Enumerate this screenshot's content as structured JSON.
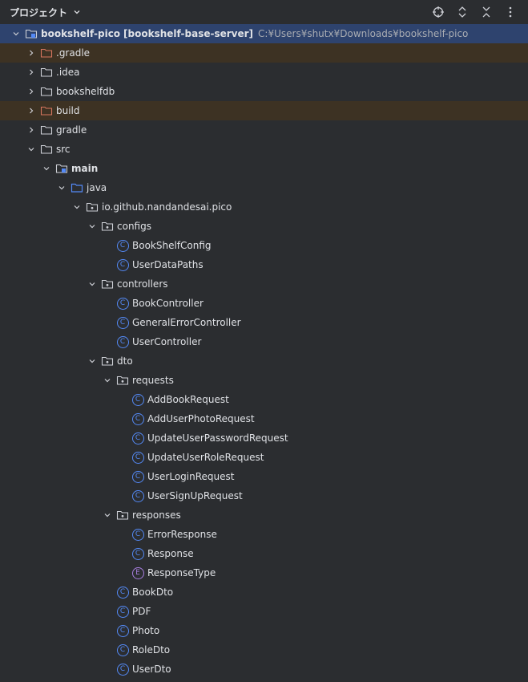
{
  "panel": {
    "title": "プロジェクト",
    "icons": [
      "crosshair-icon",
      "expand-icon",
      "collapse-icon",
      "more-icon"
    ]
  },
  "colors": {
    "background": "#2b2d30",
    "selected_row": "#2e436e",
    "excluded_row": "#3d3223",
    "class_icon": "#548af7",
    "enum_icon": "#a87ee0",
    "excluded_folder": "#d6755e"
  },
  "tree": [
    {
      "label": "bookshelf-pico",
      "module": "[bookshelf-base-server]",
      "path": "C:¥Users¥shutx¥Downloads¥bookshelf-pico",
      "depth": 0,
      "expanded": true,
      "icon": "module-folder",
      "selected": true
    },
    {
      "label": ".gradle",
      "depth": 1,
      "expanded": false,
      "icon": "folder-excluded",
      "highlight": "excluded"
    },
    {
      "label": ".idea",
      "depth": 1,
      "expanded": false,
      "icon": "folder"
    },
    {
      "label": "bookshelfdb",
      "depth": 1,
      "expanded": false,
      "icon": "folder"
    },
    {
      "label": "build",
      "depth": 1,
      "expanded": false,
      "icon": "folder-excluded",
      "highlight": "excluded"
    },
    {
      "label": "gradle",
      "depth": 1,
      "expanded": false,
      "icon": "folder"
    },
    {
      "label": "src",
      "depth": 1,
      "expanded": true,
      "icon": "folder"
    },
    {
      "label": "main",
      "depth": 2,
      "expanded": true,
      "icon": "module-folder",
      "bold": true
    },
    {
      "label": "java",
      "depth": 3,
      "expanded": true,
      "icon": "source-folder"
    },
    {
      "label": "io.github.nandandesai.pico",
      "depth": 4,
      "expanded": true,
      "icon": "package"
    },
    {
      "label": "configs",
      "depth": 5,
      "expanded": true,
      "icon": "package"
    },
    {
      "label": "BookShelfConfig",
      "depth": 6,
      "icon": "class"
    },
    {
      "label": "UserDataPaths",
      "depth": 6,
      "icon": "class"
    },
    {
      "label": "controllers",
      "depth": 5,
      "expanded": true,
      "icon": "package"
    },
    {
      "label": "BookController",
      "depth": 6,
      "icon": "class"
    },
    {
      "label": "GeneralErrorController",
      "depth": 6,
      "icon": "class"
    },
    {
      "label": "UserController",
      "depth": 6,
      "icon": "class"
    },
    {
      "label": "dto",
      "depth": 5,
      "expanded": true,
      "icon": "package"
    },
    {
      "label": "requests",
      "depth": 6,
      "expanded": true,
      "icon": "package"
    },
    {
      "label": "AddBookRequest",
      "depth": 7,
      "icon": "class"
    },
    {
      "label": "AddUserPhotoRequest",
      "depth": 7,
      "icon": "class"
    },
    {
      "label": "UpdateUserPasswordRequest",
      "depth": 7,
      "icon": "class"
    },
    {
      "label": "UpdateUserRoleRequest",
      "depth": 7,
      "icon": "class"
    },
    {
      "label": "UserLoginRequest",
      "depth": 7,
      "icon": "class"
    },
    {
      "label": "UserSignUpRequest",
      "depth": 7,
      "icon": "class"
    },
    {
      "label": "responses",
      "depth": 6,
      "expanded": true,
      "icon": "package"
    },
    {
      "label": "ErrorResponse",
      "depth": 7,
      "icon": "class"
    },
    {
      "label": "Response",
      "depth": 7,
      "icon": "class"
    },
    {
      "label": "ResponseType",
      "depth": 7,
      "icon": "enum"
    },
    {
      "label": "BookDto",
      "depth": 6,
      "icon": "class"
    },
    {
      "label": "PDF",
      "depth": 6,
      "icon": "class"
    },
    {
      "label": "Photo",
      "depth": 6,
      "icon": "class"
    },
    {
      "label": "RoleDto",
      "depth": 6,
      "icon": "class"
    },
    {
      "label": "UserDto",
      "depth": 6,
      "icon": "class"
    }
  ]
}
